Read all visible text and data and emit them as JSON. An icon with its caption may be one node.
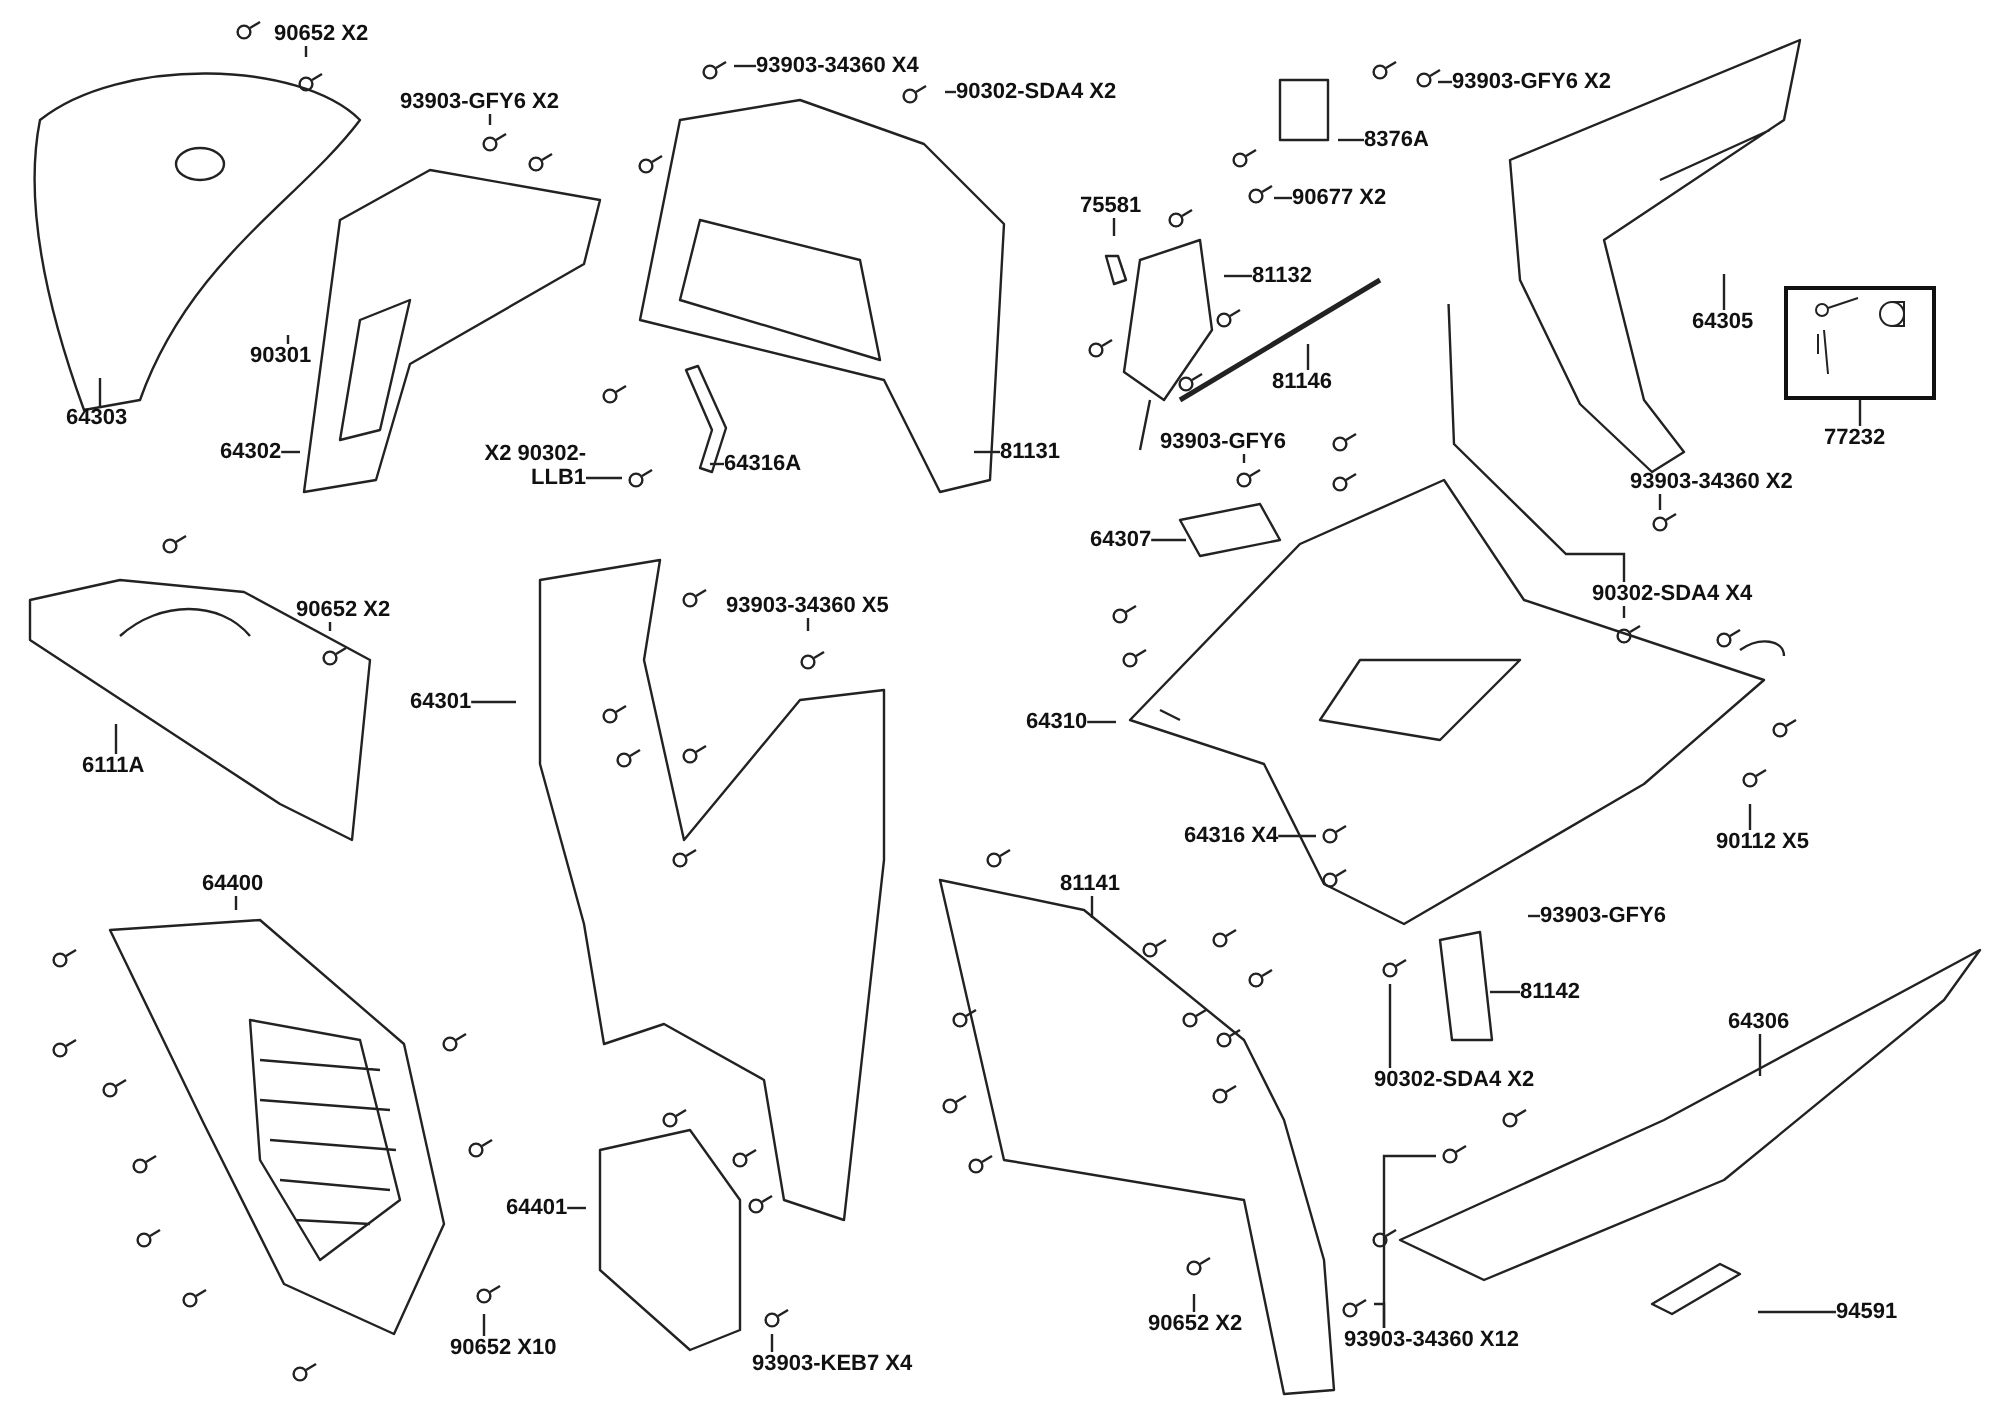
{
  "diagram": {
    "nodes": [
      {
        "text": [
          "90652 X2"
        ]
      },
      {
        "text": [
          "93903-GFY6 X2"
        ]
      },
      {
        "text": [
          "93903-34360 X4"
        ]
      },
      {
        "text": [
          "90302-SDA4 X2"
        ]
      },
      {
        "text": [
          "93903-GFY6 X2"
        ]
      },
      {
        "text": [
          "8376A"
        ]
      },
      {
        "text": [
          "90677 X2"
        ]
      },
      {
        "text": [
          "75581"
        ]
      },
      {
        "text": [
          "81132"
        ]
      },
      {
        "text": [
          "81146"
        ]
      },
      {
        "text": [
          "64305"
        ]
      },
      {
        "text": [
          "77232"
        ]
      },
      {
        "text": [],
        "shape": "box"
      },
      {
        "text": [
          "64303"
        ]
      },
      {
        "text": [
          "64302"
        ]
      },
      {
        "text": [
          "90301"
        ]
      },
      {
        "text": [
          "X2 90302-LLB1"
        ]
      },
      {
        "text": [
          "64316A"
        ]
      },
      {
        "text": [
          "81131"
        ]
      },
      {
        "text": [
          "93903-GFY6"
        ]
      },
      {
        "text": [
          "64307"
        ]
      },
      {
        "text": [
          "93903-34360 X2"
        ]
      },
      {
        "text": [
          "90302-SDA4 X4"
        ]
      },
      {
        "text": [
          "90652 X2"
        ]
      },
      {
        "text": [
          "93903-34360 X5"
        ]
      },
      {
        "text": [
          "6111A"
        ]
      },
      {
        "text": [
          "64301"
        ]
      },
      {
        "text": [
          "64310"
        ]
      },
      {
        "text": [
          "64316 X4"
        ]
      },
      {
        "text": [
          "90112 X5"
        ]
      },
      {
        "text": [
          "64400"
        ]
      },
      {
        "text": [
          "81141"
        ]
      },
      {
        "text": [
          "93903-GFY6"
        ]
      },
      {
        "text": [
          "81142"
        ]
      },
      {
        "text": [
          "64306"
        ]
      },
      {
        "text": [
          "90302-SDA4 X2"
        ]
      },
      {
        "text": [
          "64401"
        ]
      },
      {
        "text": [
          "90652 X10"
        ]
      },
      {
        "text": [
          "90652 X2"
        ]
      },
      {
        "text": [
          "93903-KEB7 X4"
        ]
      },
      {
        "text": [
          "93903-34360 X12"
        ]
      },
      {
        "text": [
          "94591"
        ]
      }
    ],
    "edges": [
      {
        "from": 0,
        "to": null,
        "arrow": "none"
      },
      {
        "from": 1,
        "to": null,
        "arrow": "none"
      },
      {
        "from": 2,
        "to": null,
        "arrow": "none"
      },
      {
        "from": 3,
        "to": null,
        "arrow": "none"
      },
      {
        "from": 4,
        "to": null,
        "arrow": "none"
      },
      {
        "from": 5,
        "to": null,
        "arrow": "none"
      },
      {
        "from": 6,
        "to": null,
        "arrow": "none"
      },
      {
        "from": 7,
        "to": null,
        "arrow": "none"
      },
      {
        "from": 8,
        "to": null,
        "arrow": "none"
      },
      {
        "from": 9,
        "to": null,
        "arrow": "none"
      },
      {
        "from": 10,
        "to": null,
        "arrow": "none"
      },
      {
        "from": 11,
        "to": 12,
        "arrow": "none"
      },
      {
        "from": 13,
        "to": null,
        "arrow": "none"
      },
      {
        "from": 14,
        "to": null,
        "arrow": "none"
      },
      {
        "from": 15,
        "to": null,
        "arrow": "none"
      },
      {
        "from": 16,
        "to": null,
        "arrow": "none"
      },
      {
        "from": 17,
        "to": null,
        "arrow": "none"
      },
      {
        "from": 18,
        "to": null,
        "arrow": "none"
      },
      {
        "from": 19,
        "to": null,
        "arrow": "none"
      },
      {
        "from": 20,
        "to": null,
        "arrow": "none"
      },
      {
        "from": 21,
        "to": null,
        "arrow": "none"
      },
      {
        "from": 22,
        "to": null,
        "arrow": "none"
      },
      {
        "from": 22,
        "to": null,
        "arrow": "none"
      },
      {
        "from": 23,
        "to": null,
        "arrow": "none"
      },
      {
        "from": 24,
        "to": null,
        "arrow": "none"
      },
      {
        "from": 25,
        "to": null,
        "arrow": "none"
      },
      {
        "from": 26,
        "to": null,
        "arrow": "none"
      },
      {
        "from": 27,
        "to": null,
        "arrow": "none"
      },
      {
        "from": 28,
        "to": null,
        "arrow": "none"
      },
      {
        "from": 29,
        "to": null,
        "arrow": "none"
      },
      {
        "from": 30,
        "to": null,
        "arrow": "none"
      },
      {
        "from": 31,
        "to": null,
        "arrow": "none"
      },
      {
        "from": 32,
        "to": null,
        "arrow": "none"
      },
      {
        "from": 33,
        "to": null,
        "arrow": "none"
      },
      {
        "from": 34,
        "to": null,
        "arrow": "none"
      },
      {
        "from": 35,
        "to": null,
        "arrow": "none"
      },
      {
        "from": 36,
        "to": null,
        "arrow": "none"
      },
      {
        "from": 37,
        "to": null,
        "arrow": "none"
      },
      {
        "from": 38,
        "to": null,
        "arrow": "none"
      },
      {
        "from": 39,
        "to": null,
        "arrow": "none"
      },
      {
        "from": 40,
        "to": null,
        "arrow": "none"
      },
      {
        "from": 40,
        "to": null,
        "arrow": "none"
      },
      {
        "from": 41,
        "to": null,
        "arrow": "none"
      }
    ]
  }
}
